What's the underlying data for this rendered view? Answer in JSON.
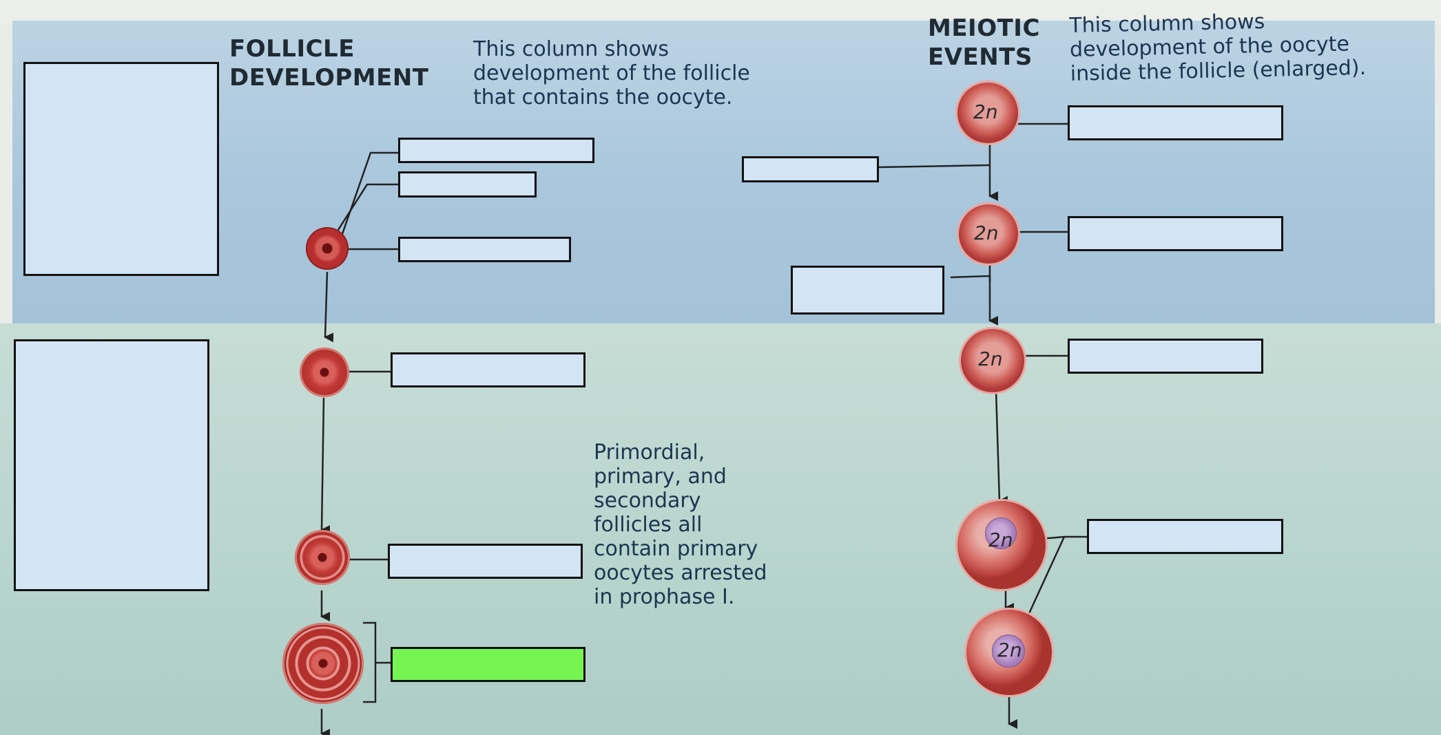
{
  "follicle_column": {
    "heading_line1": "FOLLICLE",
    "heading_line2": "DEVELOPMENT",
    "description": [
      "This column shows",
      "development of the follicle",
      "that contains the oocyte."
    ]
  },
  "meiotic_column": {
    "heading_line1": "MEIOTIC",
    "heading_line2": "EVENTS",
    "description": [
      "This column shows",
      "development of the oocyte",
      "inside the follicle (enlarged)."
    ]
  },
  "note": [
    "Primordial,",
    "primary, and",
    "secondary",
    "follicles all",
    "contain primary",
    "oocytes arrested",
    "in prophase I."
  ],
  "ploidy_labels": [
    "2n",
    "2n",
    "2n",
    "2n",
    "2n"
  ],
  "colors": {
    "label_box_fill": "#d3e4f4",
    "answered_box_fill": "#76f552",
    "cell_color": "#c23c3a",
    "blue_band": "#a9c6dc",
    "green_band": "#b7d4cd"
  }
}
